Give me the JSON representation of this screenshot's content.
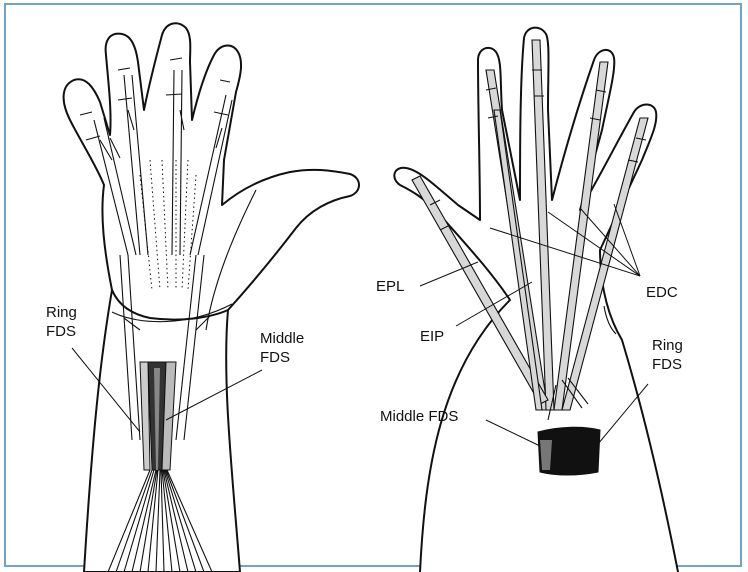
{
  "labels": {
    "left_ring": [
      "Ring",
      "FDS"
    ],
    "left_middle": [
      "Middle",
      "FDS"
    ],
    "epl": "EPL",
    "eip": "EIP",
    "edc": "EDC",
    "right_middle": "Middle FDS",
    "right_ring": [
      "Ring",
      "FDS"
    ]
  },
  "colors": {
    "frame": "#6fa3c9",
    "tendon": "#d8d8d8",
    "muscle_block": "#111111"
  }
}
